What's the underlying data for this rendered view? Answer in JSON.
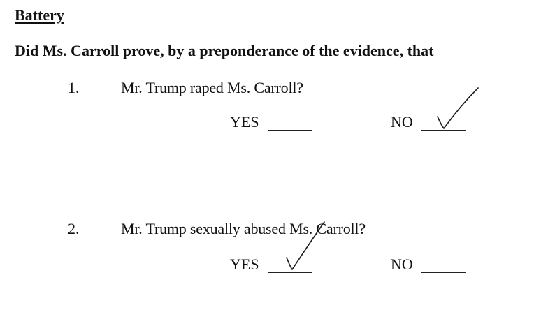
{
  "section": {
    "heading": "Battery",
    "prompt": "Did Ms. Carroll prove, by a preponderance of the evidence, that"
  },
  "questions": [
    {
      "number": "1.",
      "text": "Mr. Trump raped Ms. Carroll?",
      "yes_label": "YES",
      "no_label": "NO",
      "checked": "NO"
    },
    {
      "number": "2.",
      "text": "Mr. Trump sexually abused Ms. Carroll?",
      "yes_label": "YES",
      "no_label": "NO",
      "checked": "YES"
    }
  ],
  "icons": {
    "check": "handwritten-checkmark-icon"
  },
  "colors": {
    "text": "#111111",
    "ink": "#1a1a1a",
    "background": "#ffffff"
  }
}
